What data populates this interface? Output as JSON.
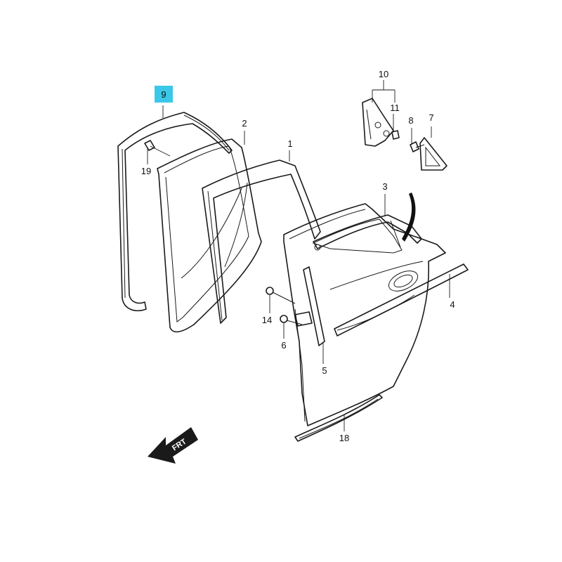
{
  "highlight_color": "#3bc8e8",
  "callouts": {
    "c1": "1",
    "c2": "2",
    "c3": "3",
    "c4": "4",
    "c5": "5",
    "c6": "6",
    "c7": "7",
    "c8": "8",
    "c9": "9",
    "c10": "10",
    "c11": "11",
    "c14": "14",
    "c18": "18",
    "c19": "19"
  },
  "direction": {
    "label": "FRT",
    "icon": "front-arrow-icon"
  }
}
